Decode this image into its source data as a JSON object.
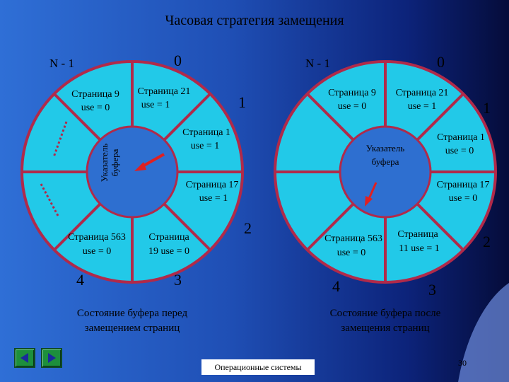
{
  "title": "Часовая стратегия замещения",
  "left": {
    "n1": "N - 1",
    "n0": "0",
    "one": "1",
    "two": "2",
    "three": "3",
    "four": "4",
    "sector_labels": [
      {
        "l1": "Страница 9",
        "l2": "use = 0"
      },
      {
        "l1": "Страница 21",
        "l2": "use = 1"
      },
      {
        "l1": "Страница 1",
        "l2": "use = 1"
      },
      {
        "l1": "Страница 17",
        "l2": "use = 1"
      },
      {
        "l1": "Страница 563",
        "l2": "use = 0"
      },
      {
        "l1": "Страница",
        "l2": "19 use = 0"
      }
    ],
    "pointer": {
      "l1": "Указатель",
      "l2": "буфера"
    },
    "caption": {
      "l1": "Состояние буфера перед",
      "l2": "замещением страниц"
    }
  },
  "right": {
    "n1": "N - 1",
    "n0": "0",
    "one": "1",
    "two": "2",
    "three": "3",
    "four": "4",
    "sector_labels": [
      {
        "l1": "Страница 9",
        "l2": "use = 0"
      },
      {
        "l1": "Страница 21",
        "l2": "use = 1"
      },
      {
        "l1": "Страница 1",
        "l2": "use = 0"
      },
      {
        "l1": "Страница 17",
        "l2": "use = 0"
      },
      {
        "l1": "Страница 563",
        "l2": "use = 0"
      },
      {
        "l1": "Страница",
        "l2": "11 use = 1"
      }
    ],
    "pointer": {
      "l1": "Указатель",
      "l2": "буфера"
    },
    "caption": {
      "l1": "Состояние буфера после",
      "l2": "замещения страниц"
    }
  },
  "footer": "Операционные системы",
  "page_number": "30",
  "colors": {
    "ring": "#22c9e8",
    "hub": "#2e6fd0",
    "spokes": "#b02a4a",
    "arrow": "#e02020"
  }
}
